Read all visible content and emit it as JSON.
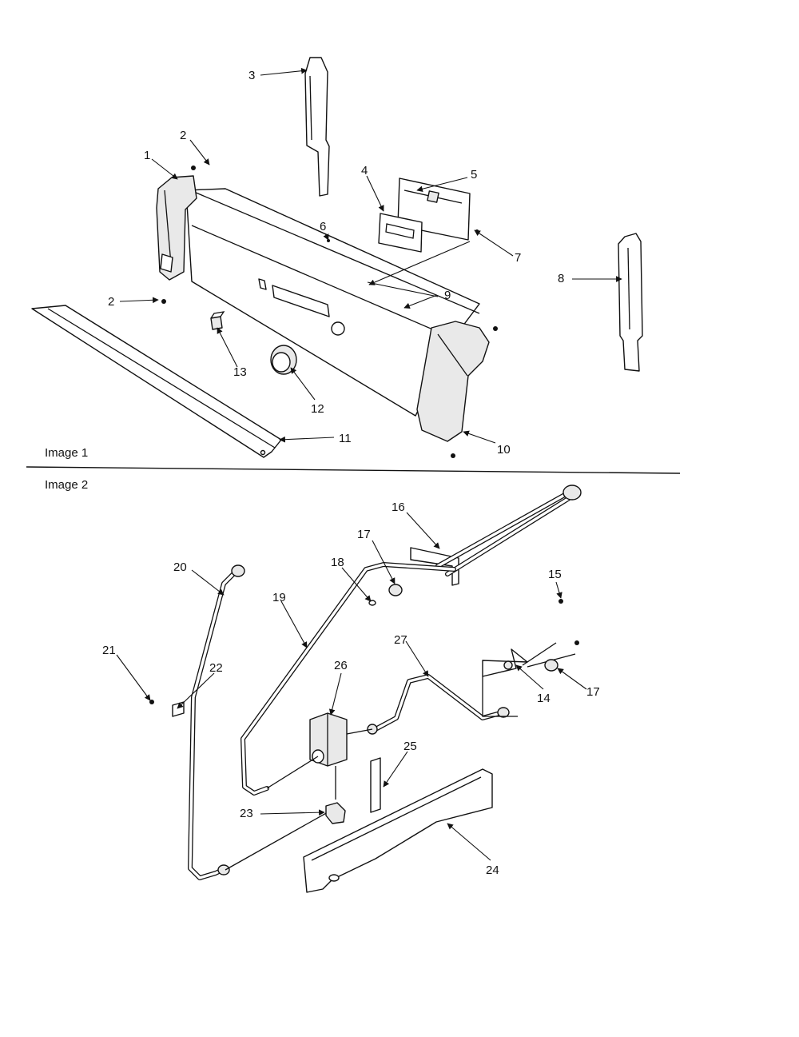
{
  "sections": [
    {
      "label": "Image 1"
    },
    {
      "label": "Image 2"
    }
  ],
  "callouts": {
    "c1": "1",
    "c2a": "2",
    "c2b": "2",
    "c3": "3",
    "c4": "4",
    "c5": "5",
    "c6": "6",
    "c7": "7",
    "c8": "8",
    "c9": "9",
    "c10": "10",
    "c11": "11",
    "c12": "12",
    "c13": "13",
    "c14": "14",
    "c15": "15",
    "c16": "16",
    "c17a": "17",
    "c17b": "17",
    "c18": "18",
    "c19": "19",
    "c20": "20",
    "c21": "21",
    "c22": "22",
    "c23": "23",
    "c24": "24",
    "c25": "25",
    "c26": "26",
    "c27": "27"
  }
}
